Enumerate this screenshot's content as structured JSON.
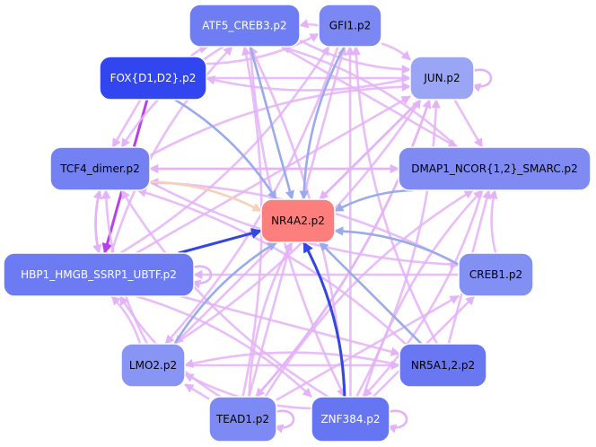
{
  "network": {
    "colors": {
      "edge_light": "#e4b2f7",
      "edge_blue": "#9aabec",
      "edge_dark_blue": "#3347e0",
      "edge_purple": "#b641ea",
      "edge_peach": "#f6d0b8",
      "node_border": "#ffffff",
      "center_node": "#fc7f7d"
    },
    "nodes": [
      {
        "id": "atf5",
        "label": "ATF5_CREB3.p2",
        "fill": "#6f7df3",
        "text_color": "#ffffff"
      },
      {
        "id": "gfi1",
        "label": "GFI1.p2",
        "fill": "#7b87f3",
        "text_color": "#000000"
      },
      {
        "id": "fox",
        "label": "FOX{D1,D2}.p2",
        "fill": "#3246f0",
        "text_color": "#ffffff"
      },
      {
        "id": "jun",
        "label": "JUN.p2",
        "fill": "#9aa5f6",
        "text_color": "#000000"
      },
      {
        "id": "tcf4",
        "label": "TCF4_dimer.p2",
        "fill": "#7381f3",
        "text_color": "#000000"
      },
      {
        "id": "dmap1",
        "label": "DMAP1_NCOR{1,2}_SMARC.p2",
        "fill": "#7f8bf3",
        "text_color": "#000000"
      },
      {
        "id": "nr4a2",
        "label": "NR4A2.p2",
        "fill": "#fc7f7d",
        "text_color": "#000000"
      },
      {
        "id": "hbp1",
        "label": "HBP1_HMGB_SSRP1_UBTF.p2",
        "fill": "#6d7bf2",
        "text_color": "#ffffff"
      },
      {
        "id": "creb1",
        "label": "CREB1.p2",
        "fill": "#8290f4",
        "text_color": "#000000"
      },
      {
        "id": "lmo2",
        "label": "LMO2.p2",
        "fill": "#8995f4",
        "text_color": "#000000"
      },
      {
        "id": "nr5a1",
        "label": "NR5A1,2.p2",
        "fill": "#6977f2",
        "text_color": "#000000"
      },
      {
        "id": "tead1",
        "label": "TEAD1.p2",
        "fill": "#7e8af3",
        "text_color": "#000000"
      },
      {
        "id": "znf384",
        "label": "ZNF384.p2",
        "fill": "#6675f2",
        "text_color": "#ffffff"
      }
    ],
    "edges": [
      {
        "from": "atf5",
        "to": "nr4a2",
        "color": "blue"
      },
      {
        "from": "gfi1",
        "to": "nr4a2",
        "color": "blue"
      },
      {
        "from": "fox",
        "to": "nr4a2",
        "color": "blue"
      },
      {
        "from": "jun",
        "to": "nr4a2",
        "color": "light"
      },
      {
        "from": "tcf4",
        "to": "nr4a2",
        "color": "peach"
      },
      {
        "from": "dmap1",
        "to": "nr4a2",
        "color": "blue"
      },
      {
        "from": "hbp1",
        "to": "nr4a2",
        "color": "dark_blue"
      },
      {
        "from": "creb1",
        "to": "nr4a2",
        "color": "blue"
      },
      {
        "from": "lmo2",
        "to": "nr4a2",
        "color": "blue"
      },
      {
        "from": "nr5a1",
        "to": "nr4a2",
        "color": "blue"
      },
      {
        "from": "tead1",
        "to": "nr4a2",
        "color": "light"
      },
      {
        "from": "znf384",
        "to": "nr4a2",
        "color": "dark_blue"
      },
      {
        "from": "fox",
        "to": "hbp1",
        "color": "purple"
      },
      {
        "from": "atf5",
        "to": "jun",
        "color": "light"
      },
      {
        "from": "gfi1",
        "to": "jun",
        "color": "light"
      },
      {
        "from": "fox",
        "to": "jun",
        "color": "light"
      },
      {
        "from": "fox",
        "to": "atf5",
        "color": "light"
      },
      {
        "from": "fox",
        "to": "gfi1",
        "color": "light"
      },
      {
        "from": "fox",
        "to": "tcf4",
        "color": "light"
      },
      {
        "from": "tcf4",
        "to": "hbp1",
        "color": "light"
      },
      {
        "from": "hbp1",
        "to": "tcf4",
        "color": "light"
      },
      {
        "from": "tcf4",
        "to": "dmap1",
        "color": "light"
      },
      {
        "from": "tcf4",
        "to": "jun",
        "color": "light"
      },
      {
        "from": "tcf4",
        "to": "creb1",
        "color": "light"
      },
      {
        "from": "hbp1",
        "to": "jun",
        "color": "light"
      },
      {
        "from": "hbp1",
        "to": "gfi1",
        "color": "light"
      },
      {
        "from": "hbp1",
        "to": "atf5",
        "color": "light"
      },
      {
        "from": "hbp1",
        "to": "nr5a1",
        "color": "light"
      },
      {
        "from": "hbp1",
        "to": "znf384",
        "color": "light"
      },
      {
        "from": "lmo2",
        "to": "hbp1",
        "color": "light"
      },
      {
        "from": "lmo2",
        "to": "nr5a1",
        "color": "light"
      },
      {
        "from": "lmo2",
        "to": "jun",
        "color": "light"
      },
      {
        "from": "lmo2",
        "to": "tcf4",
        "color": "light"
      },
      {
        "from": "tead1",
        "to": "lmo2",
        "color": "light"
      },
      {
        "from": "tead1",
        "to": "hbp1",
        "color": "light"
      },
      {
        "from": "tead1",
        "to": "atf5",
        "color": "light"
      },
      {
        "from": "tead1",
        "to": "gfi1",
        "color": "light"
      },
      {
        "from": "tead1",
        "to": "jun",
        "color": "light"
      },
      {
        "from": "tead1",
        "to": "dmap1",
        "color": "light"
      },
      {
        "from": "tead1",
        "to": "creb1",
        "color": "light"
      },
      {
        "from": "znf384",
        "to": "lmo2",
        "color": "light"
      },
      {
        "from": "znf384",
        "to": "atf5",
        "color": "light"
      },
      {
        "from": "znf384",
        "to": "gfi1",
        "color": "light"
      },
      {
        "from": "znf384",
        "to": "jun",
        "color": "light"
      },
      {
        "from": "znf384",
        "to": "dmap1",
        "color": "light"
      },
      {
        "from": "znf384",
        "to": "creb1",
        "color": "light"
      },
      {
        "from": "znf384",
        "to": "tcf4",
        "color": "light"
      },
      {
        "from": "nr5a1",
        "to": "tcf4",
        "color": "light"
      },
      {
        "from": "nr5a1",
        "to": "dmap1",
        "color": "light"
      },
      {
        "from": "nr5a1",
        "to": "lmo2",
        "color": "light"
      },
      {
        "from": "nr5a1",
        "to": "gfi1",
        "color": "light"
      },
      {
        "from": "creb1",
        "to": "hbp1",
        "color": "light"
      },
      {
        "from": "creb1",
        "to": "dmap1",
        "color": "light"
      },
      {
        "from": "creb1",
        "to": "tcf4",
        "color": "light"
      },
      {
        "from": "dmap1",
        "to": "tcf4",
        "color": "light"
      },
      {
        "from": "dmap1",
        "to": "atf5",
        "color": "light"
      },
      {
        "from": "dmap1",
        "to": "znf384",
        "color": "light"
      },
      {
        "from": "jun",
        "to": "dmap1",
        "color": "light"
      },
      {
        "from": "jun",
        "to": "fox",
        "color": "light"
      },
      {
        "from": "gfi1",
        "to": "atf5",
        "color": "light"
      },
      {
        "from": "atf5",
        "to": "dmap1",
        "color": "light"
      },
      {
        "from": "atf5",
        "to": "tcf4",
        "color": "light"
      },
      {
        "from": "gfi1",
        "to": "lmo2",
        "color": "light"
      },
      {
        "from": "jun",
        "to": "lmo2",
        "color": "light"
      },
      {
        "from": "jun",
        "to": "tead1",
        "color": "light"
      },
      {
        "from": "atf5",
        "to": "znf384",
        "color": "light"
      }
    ],
    "self_loops": [
      "jun",
      "tead1",
      "znf384",
      "hbp1"
    ]
  }
}
